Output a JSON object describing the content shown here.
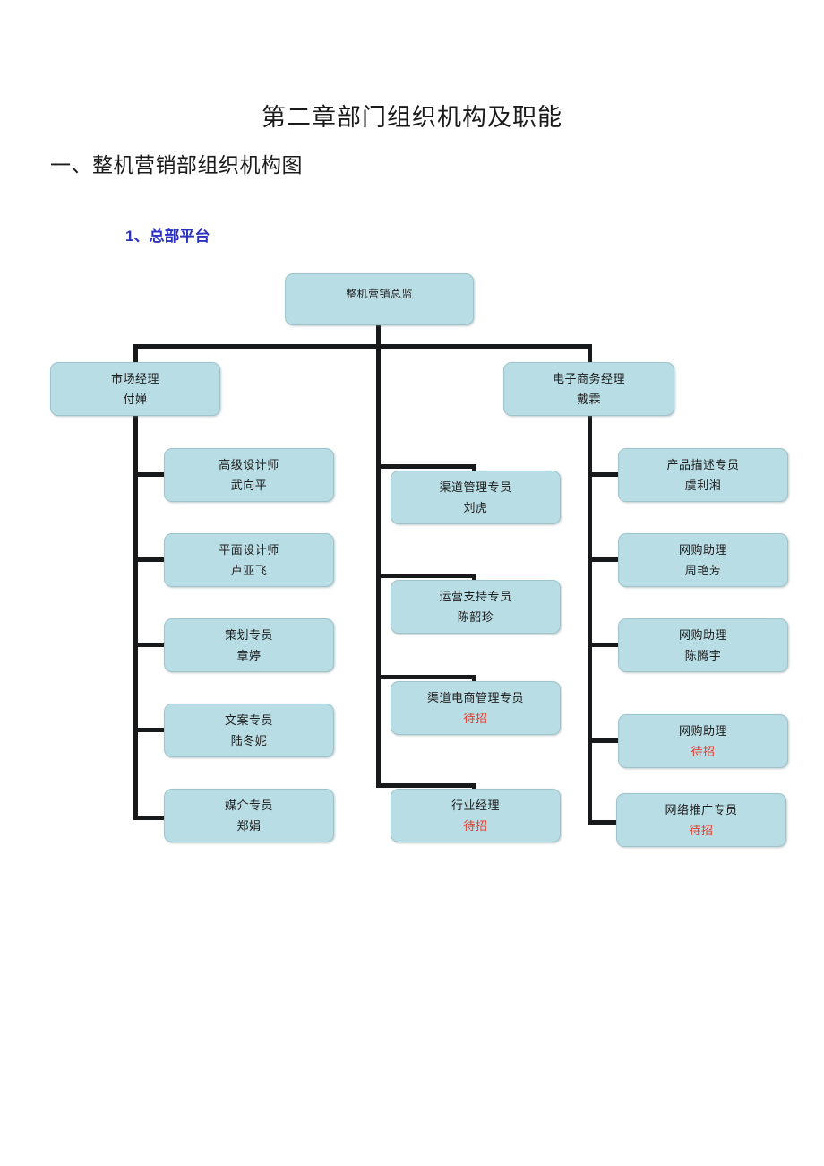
{
  "document": {
    "title": "第二章部门组织机构及职能",
    "section_heading": "一、整机营销部组织机构图",
    "subsection_number": "1、",
    "subsection_label": "总部平台",
    "subsection_full": "1、总部平台"
  },
  "colors": {
    "node_fill": "#b9dde5",
    "node_border": "#9fc4cc",
    "connector": "#17191a",
    "vacant_text": "#e8392b",
    "heading_accent": "#2b31c0",
    "body_text": "#1a1a1a"
  },
  "org_chart": {
    "vacant_marker": "待招",
    "root": {
      "id": "cmo",
      "role": "整机营销总监",
      "person": ""
    },
    "managers": [
      {
        "id": "market-manager",
        "role": "市场经理",
        "person": "付婵"
      },
      {
        "id": "ecommerce-manager",
        "role": "电子商务经理",
        "person": "戴霖"
      }
    ],
    "columns": [
      {
        "id": "market-column",
        "parent": "market-manager",
        "nodes": [
          {
            "id": "senior-designer",
            "role": "高级设计师",
            "person": "武向平",
            "vacant": false
          },
          {
            "id": "graphic-designer",
            "role": "平面设计师",
            "person": "卢亚飞",
            "vacant": false
          },
          {
            "id": "planning-officer",
            "role": "策划专员",
            "person": "章婷",
            "vacant": false
          },
          {
            "id": "copywriter",
            "role": "文案专员",
            "person": "陆冬妮",
            "vacant": false
          },
          {
            "id": "media-officer",
            "role": "媒介专员",
            "person": "郑娟",
            "vacant": false
          }
        ]
      },
      {
        "id": "channel-column",
        "parent": "cmo",
        "nodes": [
          {
            "id": "channel-admin",
            "role": "渠道管理专员",
            "person": "刘虎",
            "vacant": false
          },
          {
            "id": "operations-support",
            "role": "运营支持专员",
            "person": "陈韶珍",
            "vacant": false
          },
          {
            "id": "channel-ecom-admin",
            "role": "渠道电商管理专员",
            "person": "待招",
            "vacant": true
          },
          {
            "id": "industry-manager",
            "role": "行业经理",
            "person": "待招",
            "vacant": true
          }
        ]
      },
      {
        "id": "ecommerce-column",
        "parent": "ecommerce-manager",
        "nodes": [
          {
            "id": "product-copy-officer",
            "role": "产品描述专员",
            "person": "虞利湘",
            "vacant": false
          },
          {
            "id": "online-assistant-1",
            "role": "网购助理",
            "person": "周艳芳",
            "vacant": false
          },
          {
            "id": "online-assistant-2",
            "role": "网购助理",
            "person": "陈腾宇",
            "vacant": false
          },
          {
            "id": "online-assistant-3",
            "role": "网购助理",
            "person": "待招",
            "vacant": true
          },
          {
            "id": "web-promotion-officer",
            "role": "网络推广专员",
            "person": "待招",
            "vacant": true
          }
        ]
      }
    ]
  }
}
